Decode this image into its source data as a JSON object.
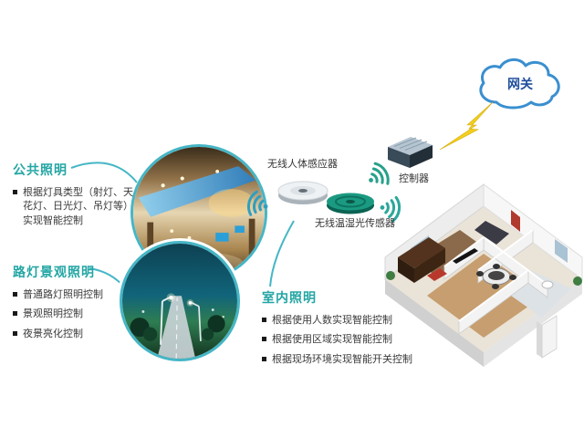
{
  "diagram": {
    "gateway_label": "网关",
    "controller_label": "控制器",
    "motion_sensor_label": "无线人体感应器",
    "climate_sensor_label": "无线温湿光传感器"
  },
  "sections": {
    "public": {
      "title": "公共照明",
      "items": [
        "根据灯具类型（射灯、天花灯、日光灯、吊灯等）实现智能控制"
      ]
    },
    "street": {
      "title": "路灯景观照明",
      "items": [
        "普通路灯照明控制",
        "景观照明控制",
        "夜景亮化控制"
      ]
    },
    "indoor": {
      "title": "室内照明",
      "items": [
        "根据使用人数实现智能控制",
        "根据使用区域实现智能控制",
        "根据现场环境实现智能开关控制"
      ]
    }
  },
  "colors": {
    "accent_teal": "#45b6c6",
    "heading_teal": "#23a6a4",
    "cloud_outline_blue": "#3a8fd0",
    "lightning_yellow": "#f2cf1d"
  }
}
